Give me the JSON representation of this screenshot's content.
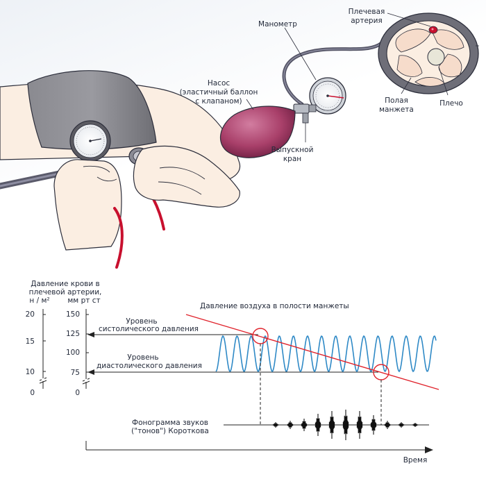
{
  "illustration": {
    "labels": {
      "manometer": "Манометр",
      "artery": [
        "Плечевая",
        "артерия"
      ],
      "pump": [
        "Насос",
        "(эластичный баллон",
        "с клапаном)"
      ],
      "valve": [
        "Выпускной",
        "кран"
      ],
      "cuff": [
        "Полая",
        "манжета"
      ],
      "shoulder": "Плечо"
    },
    "colors": {
      "cuff": "#77777e",
      "bulb": "#b0456e",
      "artery": "#c8102e",
      "skin": "#fbeee2",
      "outline": "#2b2d3a"
    }
  },
  "graph": {
    "y_axis_title": [
      "Давление крови в",
      "плечевой артерии,"
    ],
    "unit_left": "н / м²",
    "unit_right": "мм рт ст",
    "left_ticks": [
      "20",
      "15",
      "10",
      "0"
    ],
    "right_ticks": [
      "150",
      "125",
      "100",
      "75",
      "0"
    ],
    "cuff_pressure_label": "Давление воздуха в полости манжеты",
    "systolic_label": [
      "Уровень",
      "систолического давления"
    ],
    "diastolic_label": [
      "Уровень",
      "диастолического давления"
    ],
    "phonogram_label": [
      "Фонограмма звуков",
      "(\"тонов\") Короткова"
    ],
    "time_label": "Время",
    "colors": {
      "cuff_line": "#e0232c",
      "pressure_wave": "#2e89c6",
      "axis": "#222222"
    }
  }
}
